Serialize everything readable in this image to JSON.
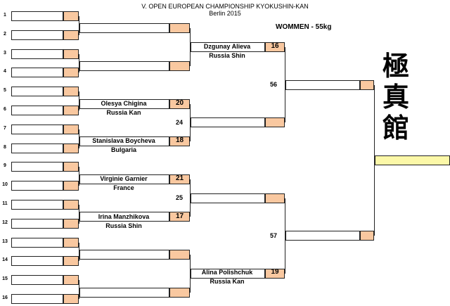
{
  "header": {
    "line1": "V. OPEN EUROPEAN CHAMPIONSHIP KYOKUSHIN-KAN",
    "line2": "Berlin 2015"
  },
  "category": "WOMMEN - 55kg",
  "seeds": [
    "1",
    "2",
    "3",
    "4",
    "5",
    "6",
    "7",
    "8",
    "9",
    "10",
    "11",
    "12",
    "13",
    "14",
    "15",
    "16"
  ],
  "round2": [
    {
      "name": "Olesya Chigina",
      "country": "Russia Kan",
      "score": "20"
    },
    {
      "name": "Stanislava Boycheva",
      "country": "Bulgaria",
      "score": "18"
    },
    {
      "name": "Virginie  Garnier",
      "country": "France",
      "score": "21"
    },
    {
      "name": "Irina Manzhikova",
      "country": "Russia Shin",
      "score": "17"
    }
  ],
  "round3": [
    {
      "name": "Dzgunay Alieva",
      "country": "Russia Shin",
      "score": "16"
    },
    {
      "name": "Alina Polishchuk",
      "country": "Russia Kan",
      "score": "19"
    }
  ],
  "bouts": {
    "b24": "24",
    "b25": "25",
    "b56": "56",
    "b57": "57"
  },
  "logo_chars": [
    "極",
    "真",
    "館"
  ],
  "colors": {
    "points_box": "#f9c8a0",
    "winner_box": "#fcf8a8",
    "line": "#222222"
  }
}
